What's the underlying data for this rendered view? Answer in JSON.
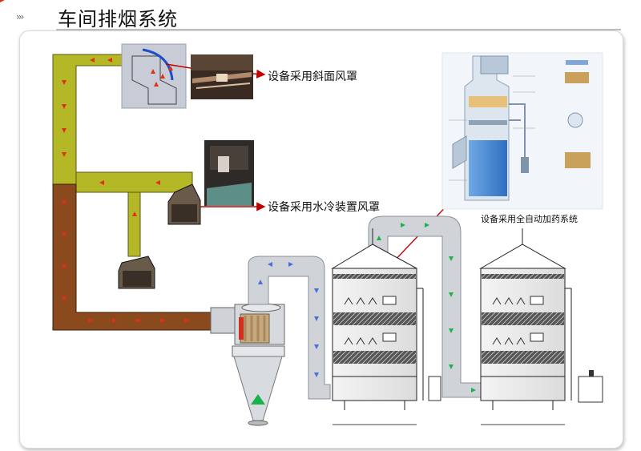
{
  "header": {
    "title": "车间排烟系统",
    "arrow_glyph": "›››"
  },
  "labels": {
    "hood_inclined": "设备采用斜面风罩",
    "hood_water_cooled": "设备采用水冷装置风罩",
    "auto_dosing": "设备采用全自动加药系统"
  },
  "colors": {
    "duct_olive": "#b4b827",
    "duct_brown": "#8b4a1e",
    "duct_gray": "#d0d4d8",
    "flow_arrow_red": "#e03010",
    "flow_arrow_blue": "#4a6fd8",
    "flow_arrow_green": "#19b24b",
    "callout_red": "#c00000"
  }
}
